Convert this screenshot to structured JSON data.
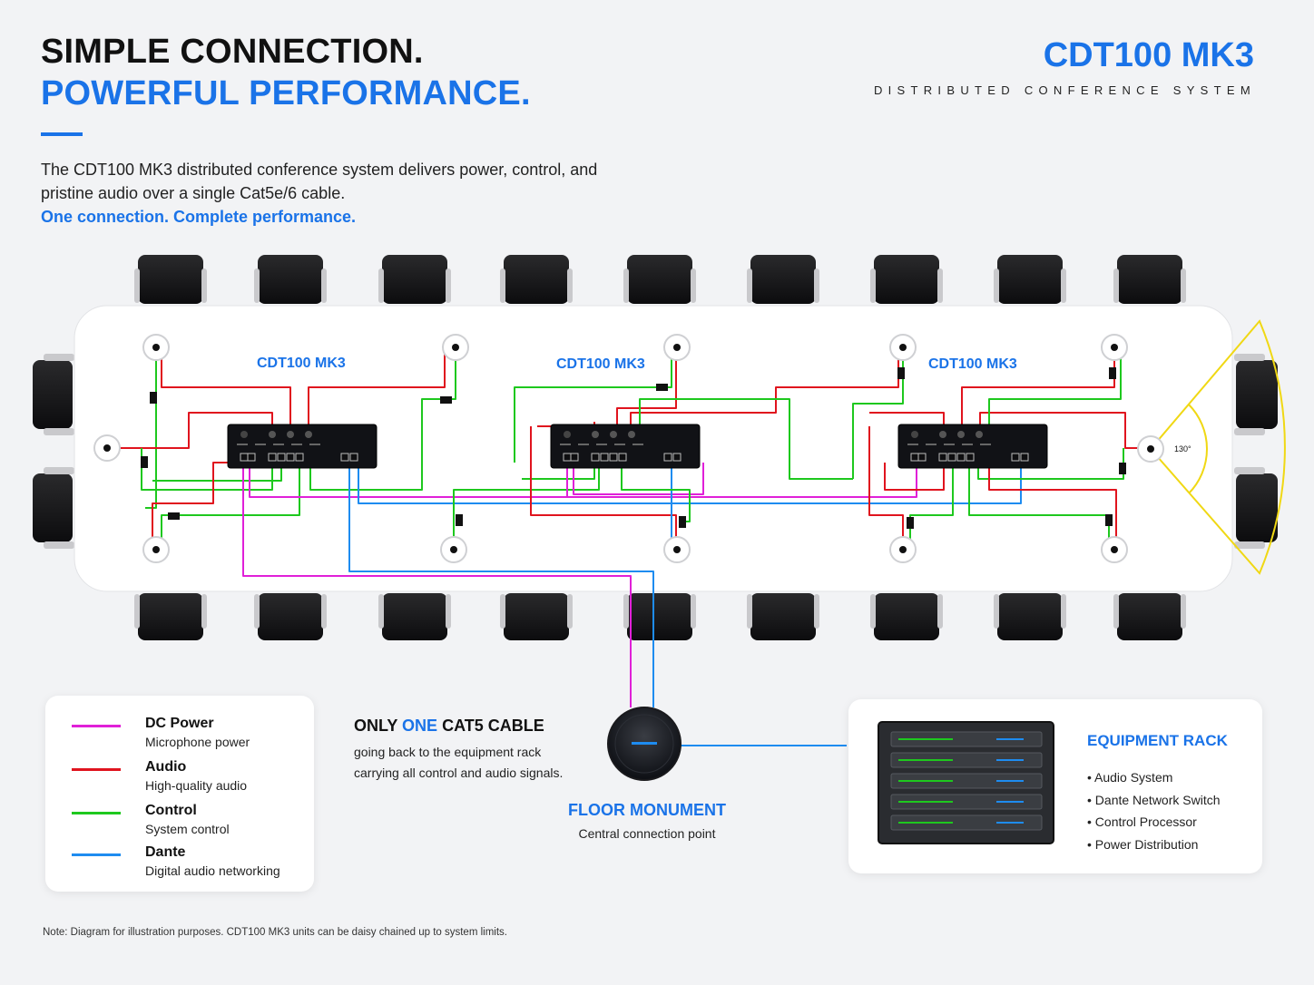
{
  "header": {
    "line1": "SIMPLE CONNECTION.",
    "line2": "POWERFUL PERFORMANCE.",
    "description": "The CDT100 MK3 distributed conference system delivers power, control, and pristine audio over a single Cat5e/6 cable.",
    "highlight": "One connection. Complete performance."
  },
  "brand": {
    "title": "CDT100 MK3",
    "subtitle": "DISTRIBUTED CONFERENCE SYSTEM"
  },
  "units": [
    {
      "label": "CDT100 MK3"
    },
    {
      "label": "CDT100 MK3"
    },
    {
      "label": "CDT100 MK3"
    }
  ],
  "camera_angle": "130°",
  "legend": [
    {
      "title": "DC Power",
      "subtitle": "Microphone power",
      "color": "#e020d8"
    },
    {
      "title": "Audio",
      "subtitle": "High-quality audio",
      "color": "#e0141e"
    },
    {
      "title": "Control",
      "subtitle": "System control",
      "color": "#1ec81e"
    },
    {
      "title": "Dante",
      "subtitle": "Digital audio networking",
      "color": "#1e8cf0"
    }
  ],
  "cat5": {
    "prefix": "ONLY",
    "emphasis": "ONE",
    "suffix": "CAT5 CABLE",
    "line1": "going back to the equipment rack",
    "line2": "carrying all control and audio signals."
  },
  "floor_monument": {
    "title": "FLOOR MONUMENT",
    "subtitle": "Central connection point"
  },
  "equipment_rack": {
    "title": "EQUIPMENT RACK",
    "items": [
      "• Audio System",
      "• Dante Network Switch",
      "• Control Processor",
      "• Power Distribution"
    ]
  },
  "note": "Note: Diagram for illustration purposes. CDT100 MK3 units can be daisy chained up to system limits.",
  "colors": {
    "accent": "#1a73e8",
    "dc_power": "#e020d8",
    "audio": "#e0141e",
    "control": "#1ec81e",
    "dante": "#1e8cf0",
    "camera_fov": "#f0d814"
  }
}
